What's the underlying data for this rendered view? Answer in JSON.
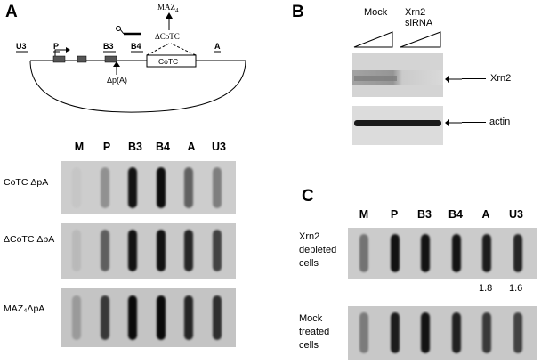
{
  "panels": {
    "A": {
      "letter": "A",
      "diagram": {
        "labels": {
          "u3": "U3",
          "p": "P",
          "b3": "B3",
          "b4": "B4",
          "a": "A",
          "cotc": "CoTC",
          "dcotc": "ΔCoTC",
          "maz": "MAZ",
          "maz_sub": "4",
          "dpa": "Δp(A)"
        }
      },
      "lanes": [
        "M",
        "P",
        "B3",
        "B4",
        "A",
        "U3"
      ],
      "rows": [
        {
          "label": "CoTC ΔpA",
          "intensities": [
            0.03,
            0.3,
            0.95,
            0.98,
            0.55,
            0.4
          ]
        },
        {
          "label": "ΔCoTC ΔpA",
          "intensities": [
            0.08,
            0.55,
            0.95,
            0.95,
            0.85,
            0.7
          ]
        },
        {
          "label": "MAZ₄ΔpA",
          "intensities": [
            0.22,
            0.75,
            1.0,
            1.0,
            0.85,
            0.8
          ]
        }
      ]
    },
    "B": {
      "letter": "B",
      "mock_label": "Mock",
      "sirna_label_1": "Xrn2",
      "sirna_label_2": "siRNA",
      "xrn2_label": "Xrn2",
      "actin_label": "actin"
    },
    "C": {
      "letter": "C",
      "lanes": [
        "M",
        "P",
        "B3",
        "B4",
        "A",
        "U3"
      ],
      "rows": [
        {
          "label_lines": [
            "Xrn2",
            "depleted",
            "cells"
          ],
          "intensities": [
            0.45,
            0.95,
            0.95,
            0.95,
            0.9,
            0.85
          ]
        },
        {
          "label_lines": [
            "Mock",
            "treated",
            "cells"
          ],
          "intensities": [
            0.4,
            0.9,
            0.95,
            0.88,
            0.75,
            0.7
          ]
        }
      ],
      "ratios": [
        "1.8",
        "1.6"
      ]
    }
  },
  "colors": {
    "band": "#0a0a0a",
    "blot_bg": "#c9c9c9"
  }
}
